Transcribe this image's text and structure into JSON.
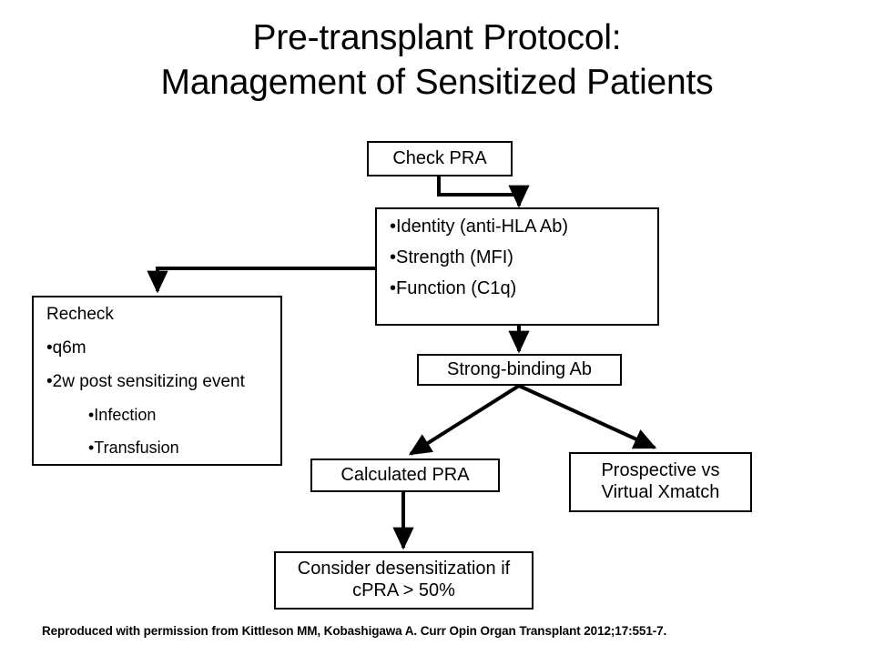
{
  "title": {
    "line1": "Pre-transplant Protocol:",
    "line2": "Management of Sensitized Patients"
  },
  "nodes": {
    "check_pra": {
      "label": "Check PRA"
    },
    "antibody_characterization": {
      "items": [
        "•Identity (anti-HLA Ab)",
        "•Strength (MFI)",
        "•Function (C1q)"
      ]
    },
    "recheck": {
      "heading": "Recheck",
      "items": [
        "•q6m",
        "•2w post sensitizing event"
      ],
      "subitems": [
        "•Infection",
        "•Transfusion"
      ]
    },
    "strong_binding_ab": {
      "label": "Strong-binding Ab"
    },
    "calculated_pra": {
      "label": "Calculated PRA"
    },
    "prospective_virtual_xmatch": {
      "line1": "Prospective vs",
      "line2": "Virtual Xmatch"
    },
    "consider_desensitization": {
      "line1": "Consider desensitization if",
      "line2": "cPRA > 50%"
    }
  },
  "footer": {
    "citation": "Reproduced with permission from Kittleson MM, Kobashigawa A. Curr Opin Organ Transplant 2012;17:551-7."
  },
  "colors": {
    "background": "#ffffff",
    "text": "#000000",
    "border": "#000000",
    "connector": "#000000"
  }
}
